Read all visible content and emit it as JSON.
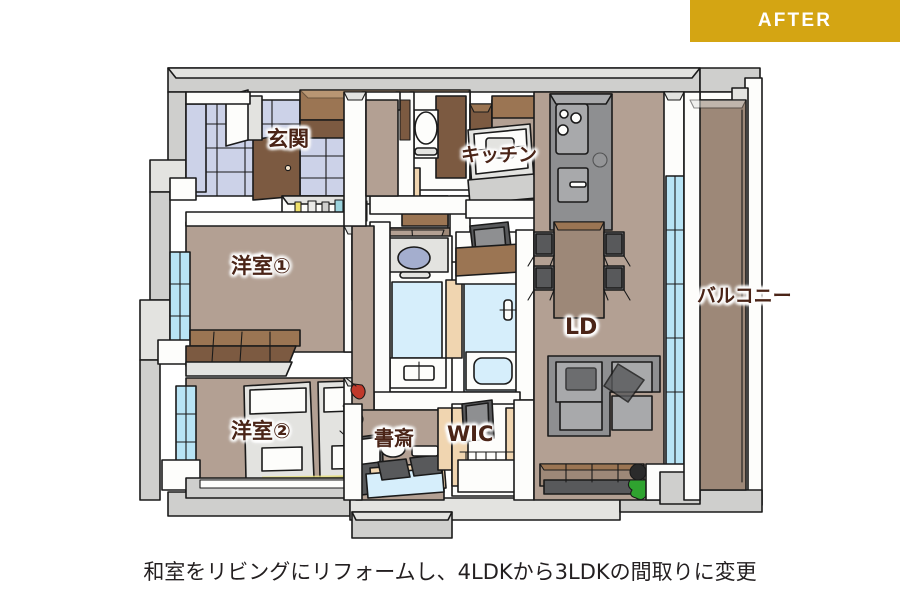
{
  "badge": {
    "label": "AFTER",
    "color": "#d4a513",
    "text_color": "#ffffff"
  },
  "caption": {
    "text": "和室をリビングにリフォームし、4LDKから3LDKの間取りに変更"
  },
  "floorplan": {
    "title": "after-renovation-floorplan",
    "style": "isometric hand-drawn illustration",
    "label_color": "#4a2417",
    "colors": {
      "floor_warm": "#b3a093",
      "floor_warm_dark": "#9d8878",
      "wall_white": "#fdfdfb",
      "wall_gray": "#cfcfcd",
      "wall_shadow": "#b9b9b6",
      "tile_blue": "#ccd2e8",
      "glass_blue": "#b8e4f5",
      "wood_brown": "#7c5a41",
      "wood_light": "#f0d5b0",
      "furniture_gray": "#8e8f91",
      "furniture_dark": "#58595b",
      "outline": "#1a1a1a",
      "plant_green": "#2fa32f"
    },
    "rooms": [
      {
        "id": "genkan",
        "label": "玄関",
        "name": "entrance"
      },
      {
        "id": "kitchen",
        "label": "キッチン",
        "name": "kitchen"
      },
      {
        "id": "room1",
        "label": "洋室①",
        "name": "western-room-1"
      },
      {
        "id": "room2",
        "label": "洋室②",
        "name": "western-room-2"
      },
      {
        "id": "study",
        "label": "書斎",
        "name": "study"
      },
      {
        "id": "wic",
        "label": "WIC",
        "name": "walk-in-closet"
      },
      {
        "id": "ld",
        "label": "LD",
        "name": "living-dining"
      },
      {
        "id": "balcony",
        "label": "バルコニー",
        "name": "balcony"
      }
    ],
    "furniture": [
      "entrance-tile-floor",
      "front-door",
      "shoe-cabinet",
      "kitchen-counter",
      "refrigerator",
      "dining-table",
      "dining-chairs",
      "corner-sofa",
      "tv-stand",
      "potted-plant",
      "twin-beds",
      "washbasin",
      "bathtub",
      "toilet",
      "desk",
      "laptops",
      "guitars",
      "closet-shelving"
    ]
  }
}
